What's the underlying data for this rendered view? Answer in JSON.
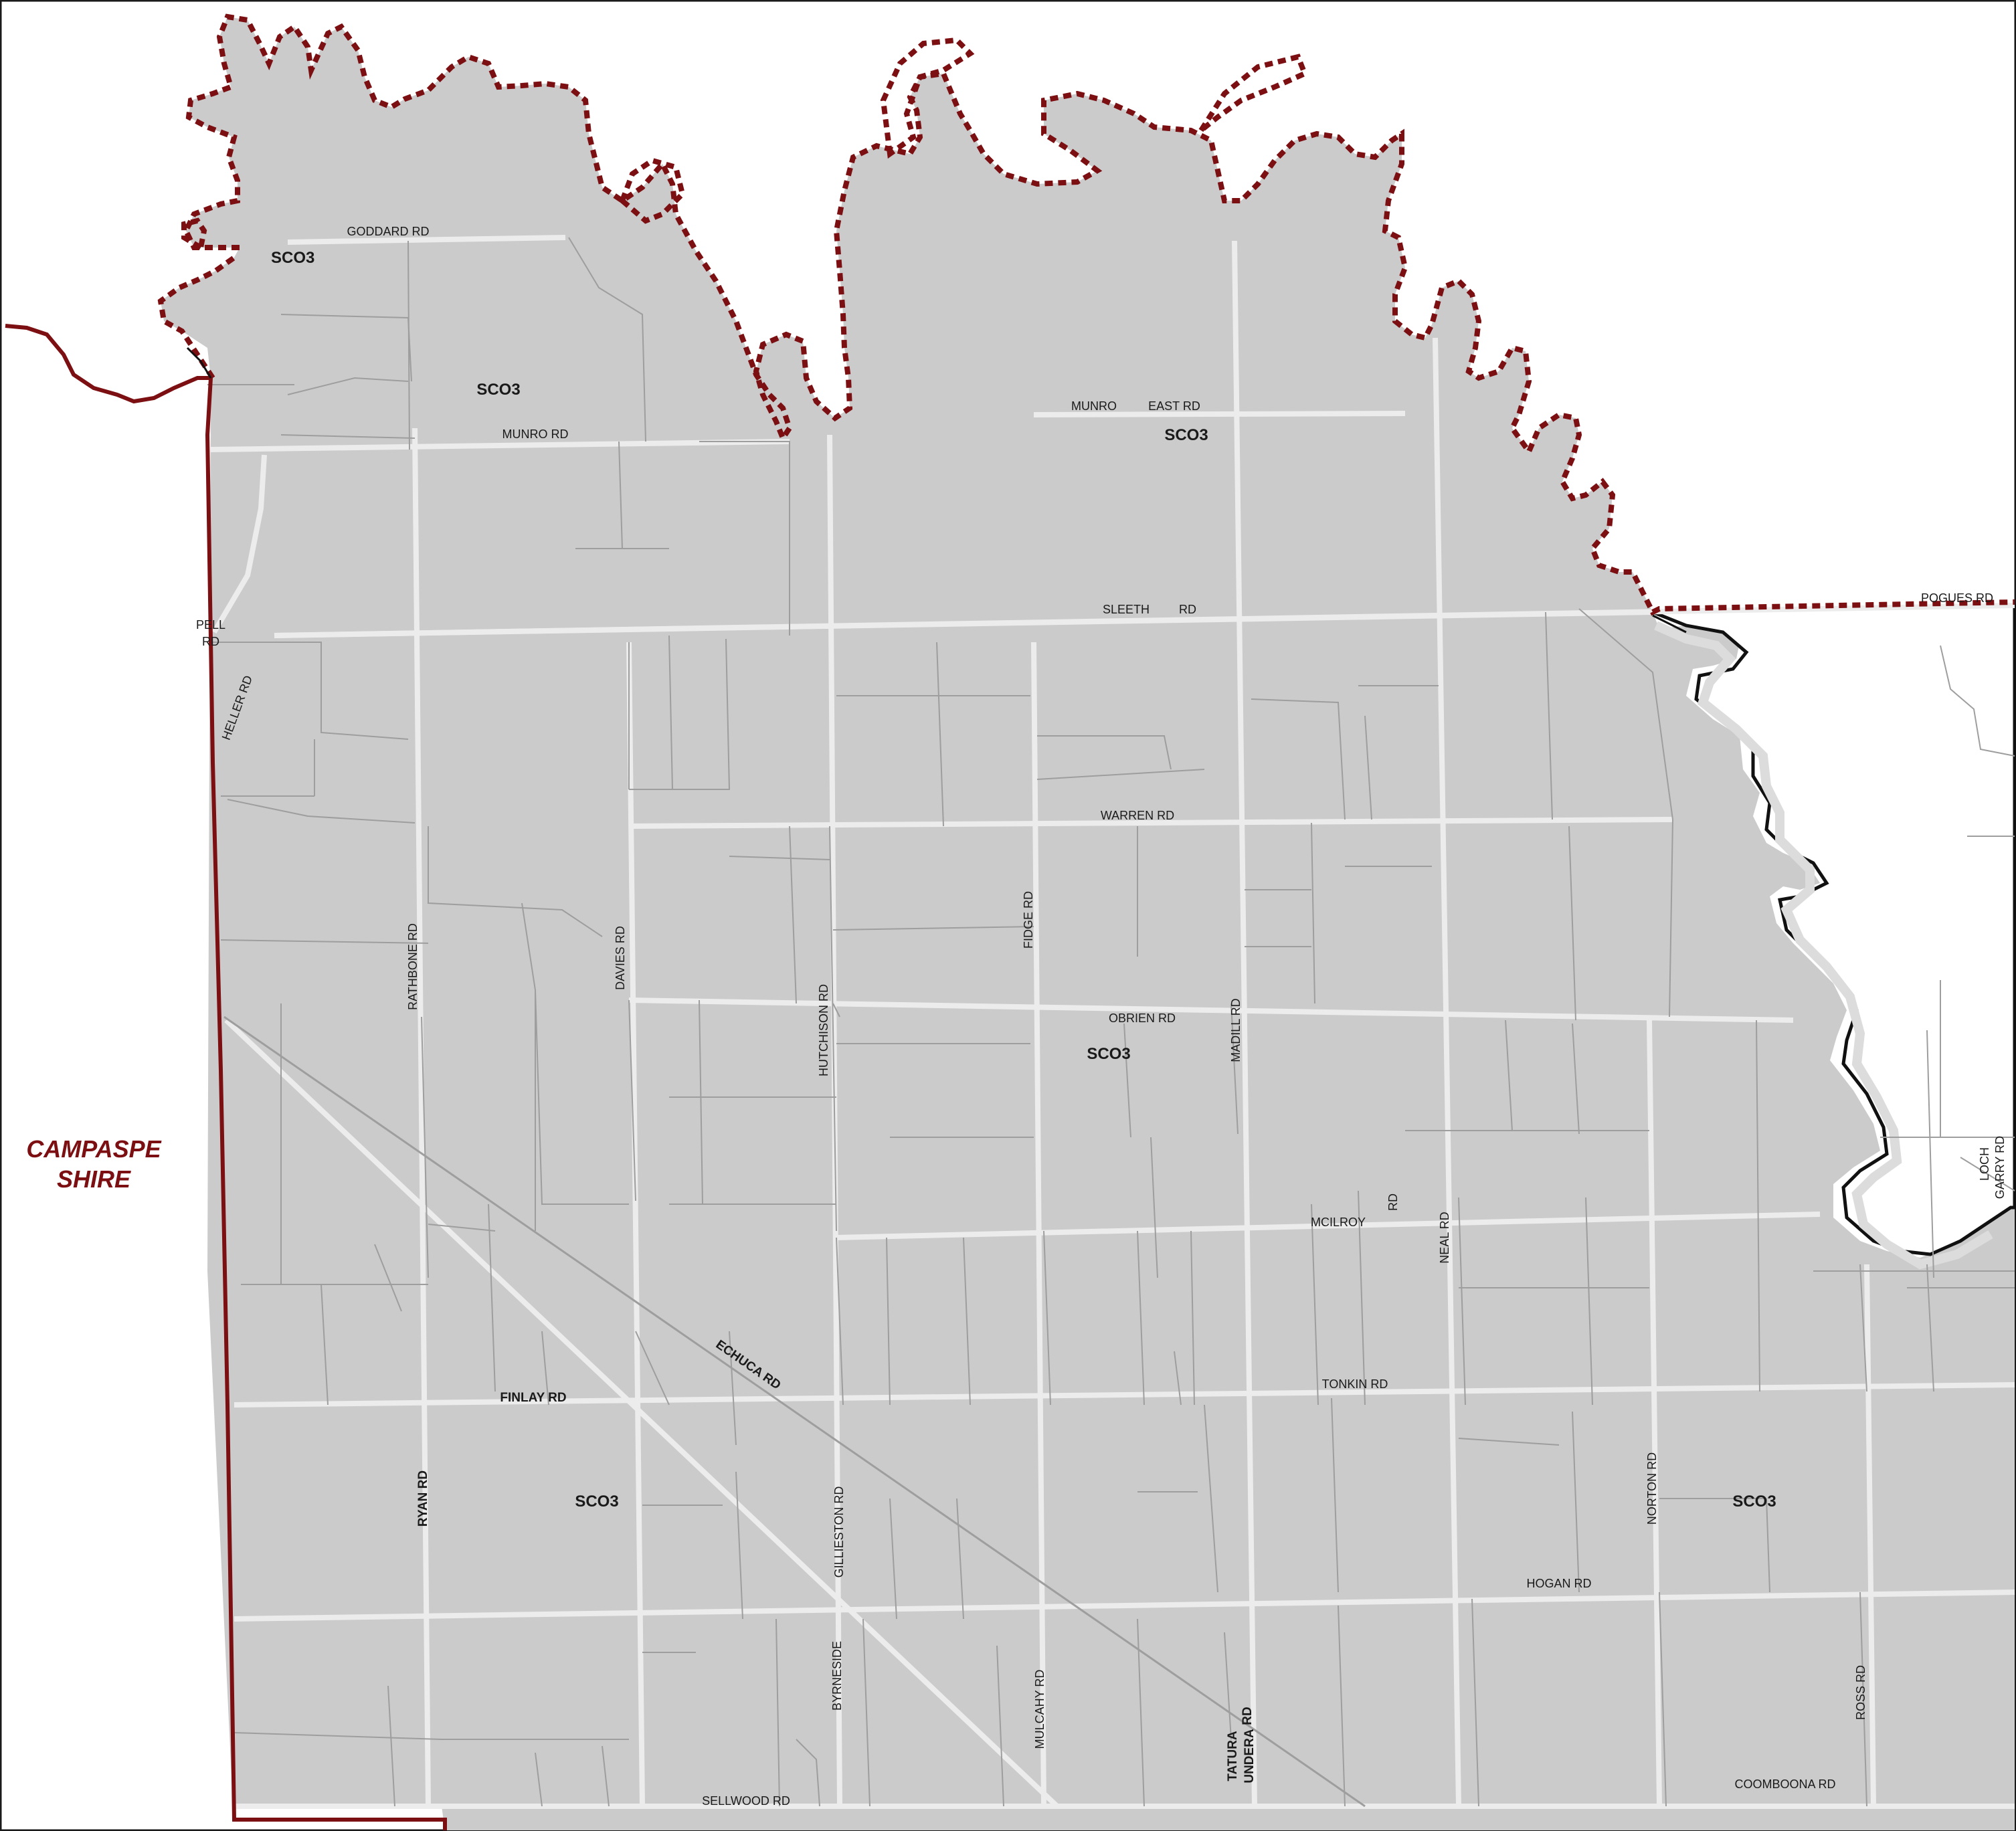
{
  "map": {
    "shire_label": [
      "CAMPASPE",
      "SHIRE"
    ],
    "zones": [
      {
        "id": "z1",
        "label": "SCO3"
      },
      {
        "id": "z2",
        "label": "SCO3"
      },
      {
        "id": "z3",
        "label": "SCO3"
      },
      {
        "id": "z4",
        "label": "SCO3"
      },
      {
        "id": "z5",
        "label": "SCO3"
      },
      {
        "id": "z6",
        "label": "SCO3"
      }
    ],
    "roads": {
      "goddard": "GODDARD RD",
      "munro": "MUNRO RD",
      "munro_east_a": "MUNRO",
      "munro_east_b": "EAST RD",
      "pell_a": "PELL",
      "pell_b": "RD",
      "heller": "HELLER RD",
      "sleeth_a": "SLEETH",
      "sleeth_b": "RD",
      "pogues": "POGUES RD",
      "warren": "WARREN RD",
      "fidge": "FIDGE RD",
      "rathbone": "RATHBONE RD",
      "davies": "DAVIES RD",
      "hutchison": "HUTCHISON RD",
      "obrien": "OBRIEN RD",
      "madill": "MADILL RD",
      "mcilroy_a": "MCILROY",
      "mcilroy_b": "RD",
      "neal": "NEAL RD",
      "loch_a": "LOCH",
      "loch_b": "GARRY RD",
      "echuca": "ECHUCA RD",
      "finlay": "FINLAY RD",
      "tonkin": "TONKIN RD",
      "ryan": "RYAN RD",
      "gillieston": "GILLIESTON RD",
      "norton": "NORTON RD",
      "hogan": "HOGAN RD",
      "byrneside": "BYRNESIDE",
      "mulcahy": "MULCAHY RD",
      "tatura": "TATURA",
      "undera": "UNDERA",
      "undera_rd": "RD",
      "ross": "ROSS RD",
      "coomboona": "COOMBOONA RD",
      "sellwood": "SELLWOOD RD"
    },
    "colors": {
      "land": "#cbcbcb",
      "road_casing": "#e9e9e9",
      "parcel_line": "#9e9e9e",
      "boundary": "#7b0f12",
      "river": "#111111"
    }
  }
}
